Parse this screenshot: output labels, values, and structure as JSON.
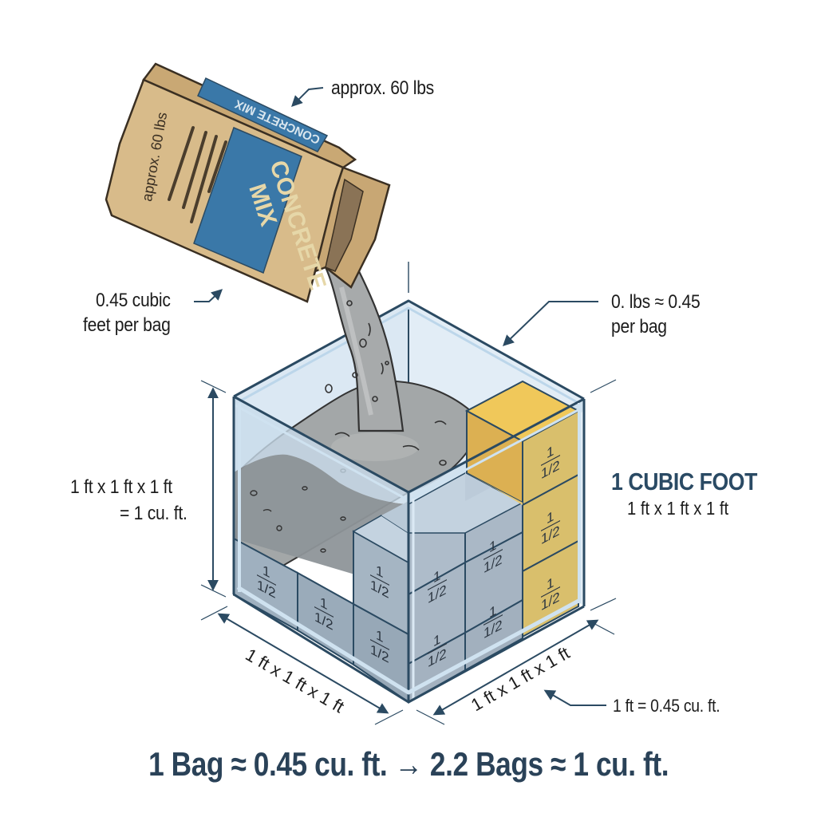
{
  "diagram": {
    "title": "1 Bag ≈ 0.45 cu. ft. → 2.2 Bags ≈ 1 cu. ft.",
    "colors": {
      "outline": "#2b4a62",
      "bag_kraft": "#d6b887",
      "bag_label_blue": "#3a78a8",
      "concrete_gray": "#9ea3a4",
      "block_gray": "#a8b6c2",
      "block_yellow": "#dcc070",
      "glass_blue": "#d6e6f2",
      "title_navy": "#2a4258"
    },
    "bag": {
      "side_label": "CONCRETE MIX",
      "front_label_line1": "CONCRETE",
      "front_label_line2": "MIX",
      "side_weight_text": "approx. 60 lbs"
    },
    "callouts": {
      "weight": "approx. 60 lbs",
      "volume_line1": "0.45 cubic",
      "volume_line2": "feet per bag",
      "per_bag_line1": "0. lbs ≈ 0.45",
      "per_bag_line2": "per bag",
      "height_line1": "1 ft x 1 ft x 1 ft",
      "height_line2": "= 1 cu. ft.",
      "cube_title": "1 CUBIC FOOT",
      "cube_subtitle": "1 ft x 1 ft x 1 ft",
      "front_left_dim": "1 ft x 1 ft x 1 ft",
      "front_right_dim": "1 ft x 1 ft x 1 ft",
      "foot_equiv": "1 ft = 0.45 cu. ft."
    },
    "block_label": {
      "numerator": "1",
      "denominator": "1/2"
    },
    "cube": {
      "left_face_blocks": 6,
      "right_face_blocks": 9,
      "yellow_blocks": 3
    }
  }
}
